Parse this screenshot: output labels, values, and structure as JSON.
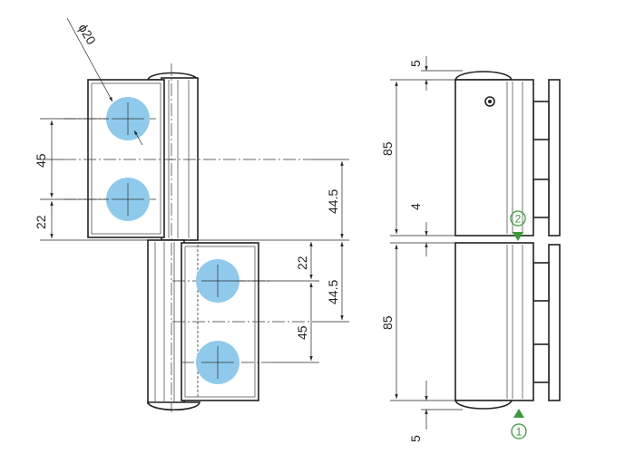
{
  "dimensions": {
    "diameter": "ϕ20",
    "front_upper_spacing": "45",
    "front_upper_offset": "22",
    "front_right_upper": "44.5",
    "front_lower_offset": "22",
    "front_right_lower": "44.5",
    "front_lower_spacing": "45",
    "side_top_cap": "5",
    "side_upper_leaf": "85",
    "side_gap": "4",
    "side_lower_leaf": "85",
    "side_bottom_cap": "5"
  },
  "markers": {
    "marker_1": "1",
    "marker_2": "2"
  },
  "colors": {
    "hole": "#8fc9ec",
    "marker": "#3a9a3a"
  }
}
